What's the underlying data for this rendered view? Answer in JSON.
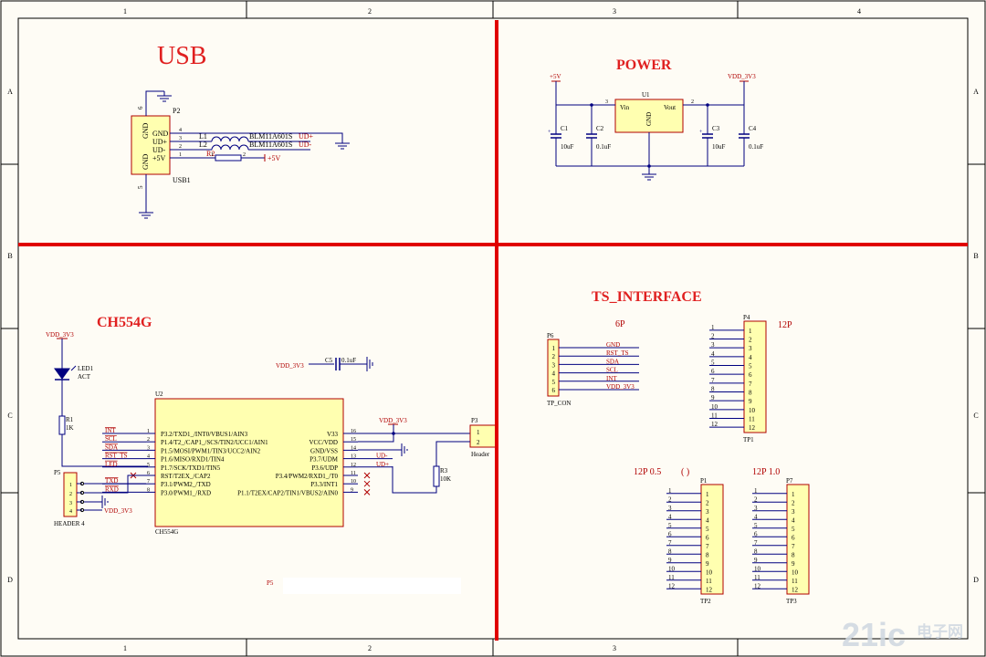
{
  "border": {
    "cols_top": [
      "1",
      "2",
      "3",
      "4"
    ],
    "cols_bottom": [
      "1",
      "2",
      "3"
    ],
    "rows": [
      "A",
      "B",
      "C",
      "D"
    ]
  },
  "colors": {
    "paper": "#fefcf5",
    "frame": "#000000",
    "wire": "#000080",
    "net": "#b00000",
    "part": "#ffffb0",
    "divider": "#e00000",
    "title": "#e02020"
  },
  "usb": {
    "title": "USB",
    "designator": "P2",
    "name": "USB1",
    "pins_left": [
      "GND",
      "GND"
    ],
    "pins_right": [
      "GND",
      "UD+",
      "UD-",
      "+5V"
    ],
    "pin_top": "6",
    "pin_bottom": "5",
    "pin_nums": [
      "4",
      "3",
      "2",
      "1"
    ],
    "l1": "L1",
    "l2": "L2",
    "l1_val": "BLM11A601S",
    "l2_val": "BLM11A601S",
    "net_udp": "UD+",
    "net_udm": "UD-",
    "r2": "R2",
    "r2_p1": "1",
    "r2_p2": "2",
    "net_5v": "+5V"
  },
  "power": {
    "title": "POWER",
    "net_in": "+5V",
    "net_out": "VDD_3V3",
    "reg": "U1",
    "vin": "Vin",
    "vout": "Vout",
    "gnd": "GND",
    "pin_in": "3",
    "pin_out": "2",
    "caps": [
      {
        "ref": "C1",
        "val": "10uF"
      },
      {
        "ref": "C2",
        "val": "0.1uF"
      },
      {
        "ref": "C3",
        "val": "10uF"
      },
      {
        "ref": "C4",
        "val": "0.1uF"
      }
    ]
  },
  "mcu": {
    "title": "CH554G",
    "vdd": "VDD_3V3",
    "led": "LED1",
    "led_name": "ACT",
    "r1": "R1",
    "r1_val": "1K",
    "cap": "C5",
    "cap_val": "0.1uF",
    "cap_net": "VDD_3V3",
    "chip": "U2",
    "chip_name": "CH554G",
    "left_pins": [
      {
        "num": "1",
        "name": "P3.2/TXD1_/INT0/VBUS1/AIN3",
        "net": "INT"
      },
      {
        "num": "2",
        "name": "P1.4/T2_/CAP1_/SCS/TIN2/UCC1/AIN1",
        "net": "SCL"
      },
      {
        "num": "3",
        "name": "P1.5/MOSI/PWM1/TIN3/UCC2/AIN2",
        "net": "SDA"
      },
      {
        "num": "4",
        "name": "P1.6/MISO/RXD1/TIN4",
        "net": "RST_TS"
      },
      {
        "num": "5",
        "name": "P1.7/SCK/TXD1/TIN5",
        "net": "LED"
      },
      {
        "num": "6",
        "name": "RST/T2EX_/CAP2",
        "net": ""
      },
      {
        "num": "7",
        "name": "P3.1/PWM2_/TXD",
        "net": "TXD"
      },
      {
        "num": "8",
        "name": "P3.0/PWM1_/RXD",
        "net": "RXD"
      }
    ],
    "right_pins": [
      {
        "num": "16",
        "name": "V33",
        "net": ""
      },
      {
        "num": "15",
        "name": "VCC/VDD",
        "net": ""
      },
      {
        "num": "14",
        "name": "GND/VSS",
        "net": ""
      },
      {
        "num": "13",
        "name": "P3.7/UDM",
        "net": "UD-"
      },
      {
        "num": "12",
        "name": "P3.6/UDP",
        "net": "UD+"
      },
      {
        "num": "11",
        "name": "P3.4/PWM2/RXD1_/T0",
        "net": ""
      },
      {
        "num": "10",
        "name": "P3.3/INT1",
        "net": ""
      },
      {
        "num": "9",
        "name": "P1.1/T2EX/CAP2/TIN1/VBUS2/AIN0",
        "net": ""
      }
    ],
    "vdd_right": "VDD_3V3",
    "p5": "P5",
    "p5_name": "HEADER 4",
    "p5_pins": [
      "1",
      "2",
      "3",
      "4"
    ],
    "p5_net": "VDD_3V3",
    "p3": "P3",
    "p3_name": "Header",
    "p3_pins": [
      "1",
      "2"
    ],
    "r3": "R3",
    "r3_val": "10K",
    "bottom_label": "P5"
  },
  "ts": {
    "title": "TS_INTERFACE",
    "p6_label": "6P",
    "p6": "P6",
    "p6_name": "TP_CON",
    "p6_pins": [
      "1",
      "2",
      "3",
      "4",
      "5",
      "6"
    ],
    "p6_nets": [
      "GND",
      "RST_TS",
      "SDA",
      "SCL",
      "INT",
      "VDD_3V3"
    ],
    "p4_label": "12P",
    "p4": "P4",
    "p4_name": "TP1",
    "pitch05_label": "12P 0.5",
    "paren": "(     )",
    "p1": "P1",
    "p1_name": "TP2",
    "pitch10_label": "12P 1.0",
    "p7": "P7",
    "p7_name": "TP3",
    "pins12": [
      "1",
      "2",
      "3",
      "4",
      "5",
      "6",
      "7",
      "8",
      "9",
      "10",
      "11",
      "12"
    ]
  },
  "watermark": {
    "brand": "21ic",
    "cn": "电子网"
  }
}
